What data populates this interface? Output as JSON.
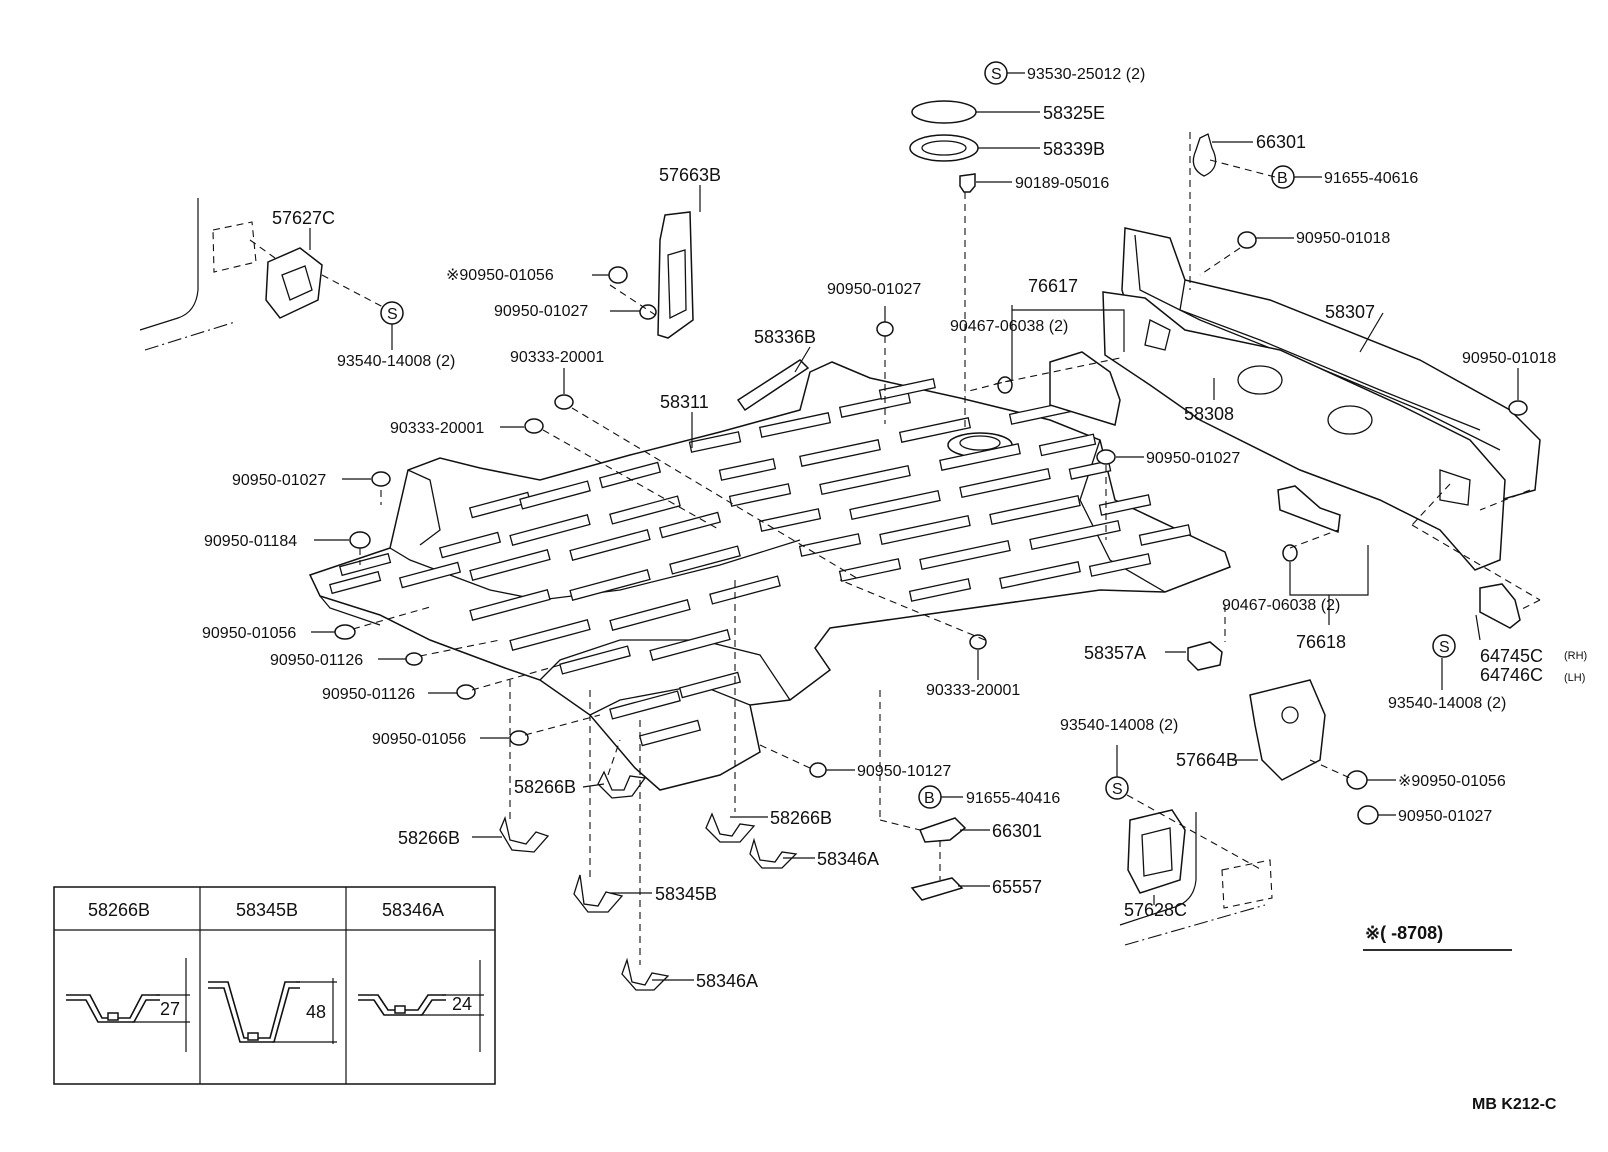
{
  "parts": {
    "p93530": "93530-25012 (2)",
    "p58325E": "58325E",
    "p58339B": "58339B",
    "p90189": "90189-05016",
    "p66301_top": "66301",
    "p91655_40616": "91655-40616",
    "p90950_01018_a": "90950-01018",
    "p57663B": "57663B",
    "p57627C": "57627C",
    "p90950_01056_star": "※90950-01056",
    "p90950_01027_a": "90950-01027",
    "p93540_14008_a": "93540-14008 (2)",
    "p90950_01027_b": "90950-01027",
    "p76617": "76617",
    "p90467_06038_a": "90467-06038 (2)",
    "p58307": "58307",
    "p90950_01018_b": "90950-01018",
    "p58308": "58308",
    "p58336B": "58336B",
    "p90333_20001_a": "90333-20001",
    "p58311": "58311",
    "p90333_20001_b": "90333-20001",
    "p90950_01027_c": "90950-01027",
    "p90950_01027_d": "90950-01027",
    "p90950_01184": "90950-01184",
    "p90950_01056_a": "90950-01056",
    "p90950_01126_a": "90950-01126",
    "p90950_01126_b": "90950-01126",
    "p90950_01056_b": "90950-01056",
    "p90333_20001_c": "90333-20001",
    "p58357A": "58357A",
    "p90467_06038_b": "90467-06038 (2)",
    "p76618": "76618",
    "p64745C": "64745C",
    "p64745C_side": "(RH)",
    "p64746C": "64746C",
    "p64746C_side": "(LH)",
    "p93540_14008_b": "93540-14008 (2)",
    "p93540_14008_c": "93540-14008 (2)",
    "p57664B": "57664B",
    "p90950_01056_star2": "※90950-01056",
    "p90950_01027_e": "90950-01027",
    "p90950_10127": "90950-10127",
    "p91655_40416": "91655-40416",
    "p66301_bot": "66301",
    "p65557": "65557",
    "p57628C": "57628C",
    "p58266B_a": "58266B",
    "p58266B_b": "58266B",
    "p58266B_c": "58266B",
    "p58346A_a": "58346A",
    "p58345B": "58345B",
    "p58346A_b": "58346A"
  },
  "symbols": {
    "s": "S",
    "b": "B"
  },
  "inset_table": {
    "headers": [
      "58266B",
      "58345B",
      "58346A"
    ],
    "dimensions": [
      "27",
      "48",
      "24"
    ]
  },
  "note": "※(    -8708)",
  "footer_code": "MB  K212-C"
}
